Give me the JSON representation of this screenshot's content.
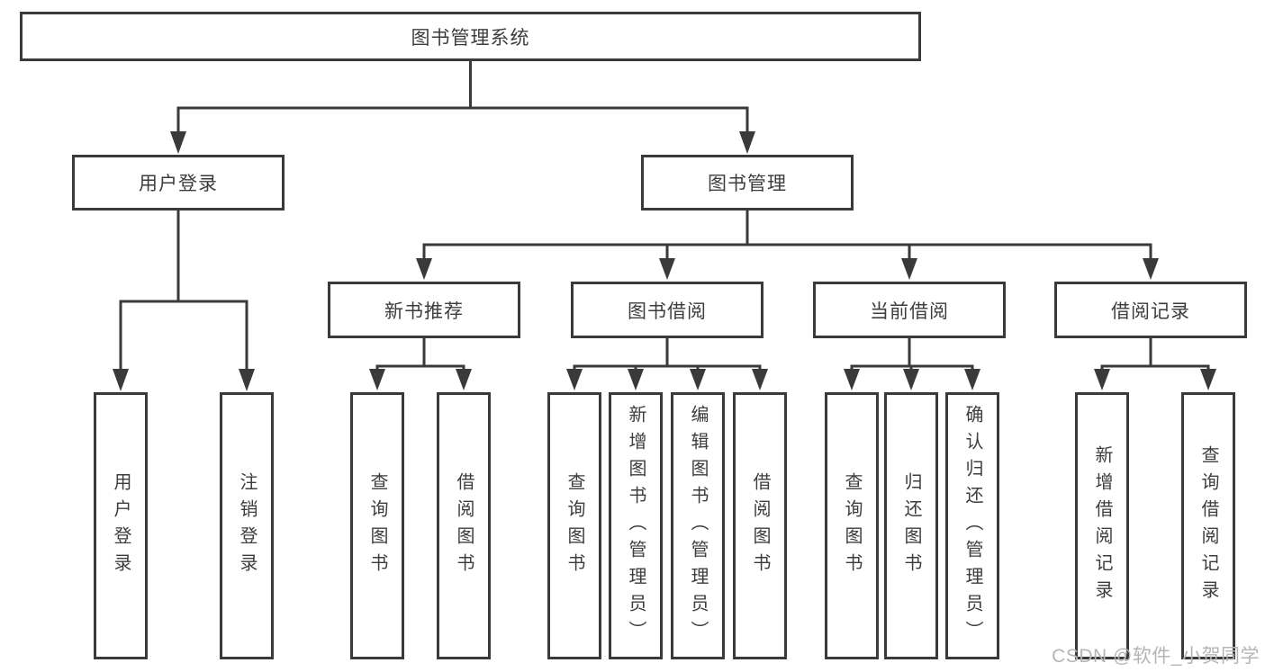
{
  "colors": {
    "line": "#3a3a3a",
    "text": "#3d3d3d",
    "watermark": "#b5b5b5",
    "background": "#ffffff"
  },
  "nodes": {
    "root": "图书管理系统",
    "user_login": "用户登录",
    "book_mgmt": "图书管理",
    "new_book_rec": "新书推荐",
    "book_borrow": "图书借阅",
    "current_borrow": "当前借阅",
    "borrow_records": "借阅记录",
    "leaf_user_login": "用户登录",
    "leaf_logout": "注销登录",
    "leaf_rec_search_book": "查询图书",
    "leaf_rec_borrow_book": "借阅图书",
    "leaf_bb_search_book": "查询图书",
    "leaf_bb_add_book": "新增图书（管理员）",
    "leaf_bb_edit_book": "编辑图书（管理员）",
    "leaf_bb_borrow_book": "借阅图书",
    "leaf_cb_search_book": "查询图书",
    "leaf_cb_return_book": "归还图书",
    "leaf_cb_confirm_return": "确认归还（管理员）",
    "leaf_br_add_record": "新增借阅记录",
    "leaf_br_search_record": "查询借阅记录"
  },
  "watermark": "CSDN @软件_小贺同学"
}
